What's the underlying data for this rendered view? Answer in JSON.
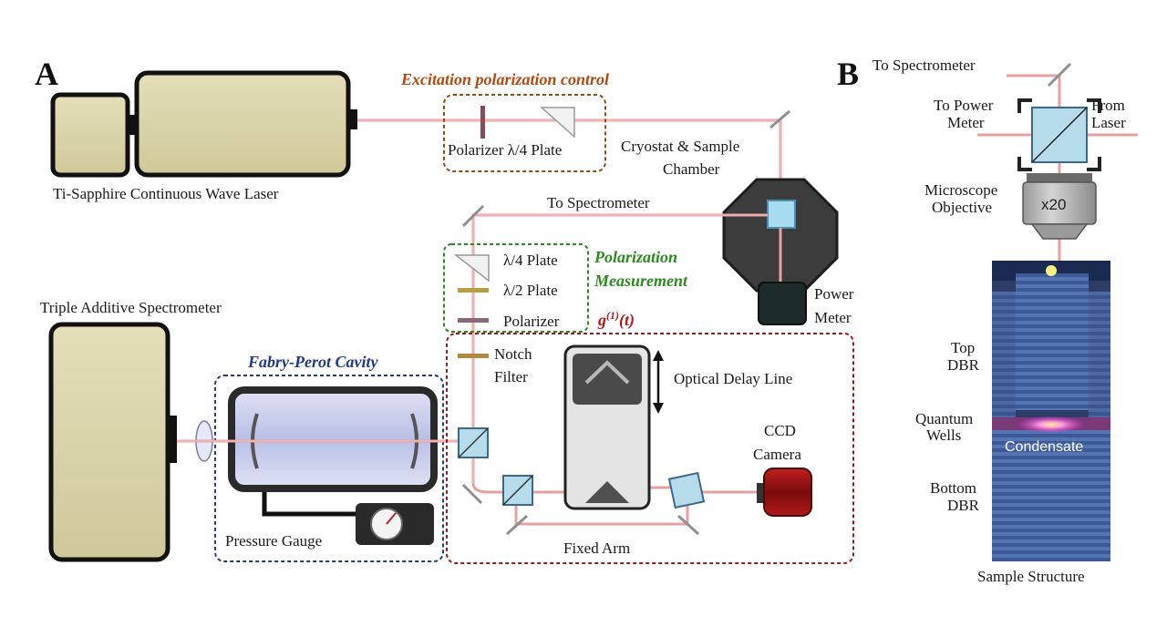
{
  "panel_a": {
    "letter": "A",
    "laser": "Ti-Sapphire Continuous Wave Laser",
    "excitation_title": "Excitation polarization control",
    "polarizer_plate": "Polarizer λ/4 Plate",
    "cryostat_line1": "Cryostat & Sample",
    "cryostat_line2": "Chamber",
    "to_spectrometer": "To Spectrometer",
    "polarization_line1": "Polarization",
    "polarization_line2": "Measurement",
    "quarter_plate": "λ/4 Plate",
    "half_plate": "λ/2 Plate",
    "polarizer": "Polarizer",
    "power_line1": "Power",
    "power_line2": "Meter",
    "triple_spectrometer": "Triple Additive Spectrometer",
    "fabry_perot": "Fabry-Perot Cavity",
    "g1_base": "g",
    "g1_sup": "(1)",
    "g1_tail": "(t)",
    "notch_line1": "Notch",
    "notch_line2": "Filter",
    "delay_line": "Optical Delay Line",
    "ccd_line1": "CCD",
    "ccd_line2": "Camera",
    "pressure_gauge": "Pressure Gauge",
    "fixed_arm": "Fixed Arm"
  },
  "panel_b": {
    "letter": "B",
    "to_spectrometer": "To Spectrometer",
    "to_power_line1": "To Power",
    "to_power_line2": "Meter",
    "from_laser_line1": "From",
    "from_laser_line2": "Laser",
    "microscope_line1": "Microscope",
    "microscope_line2": "Objective",
    "magnification": "x20",
    "top_dbr_line1": "Top",
    "top_dbr_line2": "DBR",
    "quantum_line1": "Quantum",
    "quantum_line2": "Wells",
    "condensate": "Condensate",
    "bottom_dbr_line1": "Bottom",
    "bottom_dbr_line2": "DBR",
    "sample_structure": "Sample Structure"
  },
  "colors": {
    "beam": "#e7a0a0",
    "laser_body": "#d9d3a8",
    "excitation_box": "#9a4a10",
    "polarization_box": "#2a8a1e",
    "fabry_perot_box": "#1f3a8a",
    "g1_box": "#a01818",
    "ccd_camera": "#8e1414",
    "dbr_blue": "#4a6aa8"
  }
}
